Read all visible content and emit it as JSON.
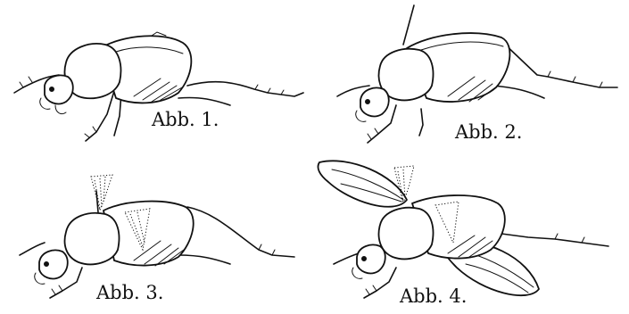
{
  "figures": [
    {
      "caption": "Abb. 1."
    },
    {
      "caption": "Abb. 2."
    },
    {
      "caption": "Abb. 3."
    },
    {
      "caption": "Abb. 4."
    }
  ]
}
